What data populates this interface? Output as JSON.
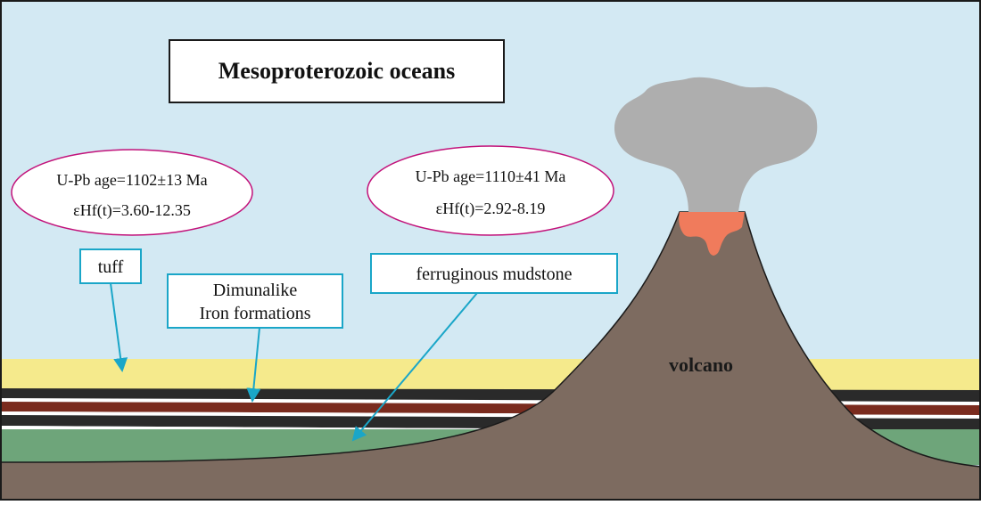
{
  "title": "Mesoproterozoic oceans",
  "labels": {
    "tuff": "tuff",
    "iron_formations_line1": "Dimunalike",
    "iron_formations_line2": "Iron formations",
    "ferruginous_mudstone": "ferruginous mudstone",
    "volcano": "volcano"
  },
  "age_left": {
    "line1": "U-Pb age=1102±13 Ma",
    "line2": "εHf(t)=3.60-12.35"
  },
  "age_right": {
    "line1": "U-Pb age=1110±41 Ma",
    "line2": "εHf(t)=2.92-8.19"
  },
  "colors": {
    "ocean": "#d3e9f3",
    "tuff_layer": "#f5ea8c",
    "black_layer": "#2a2a2a",
    "iron_layer": "#7a2b1e",
    "green_layer": "#6ea57a",
    "volcano_body": "#7d6b60",
    "magma": "#f07b5c",
    "ash_plume": "#aeaeae",
    "arrow": "#1aa6c8",
    "ellipse_border": "#c2127a",
    "label_border": "#1aa6c8"
  }
}
